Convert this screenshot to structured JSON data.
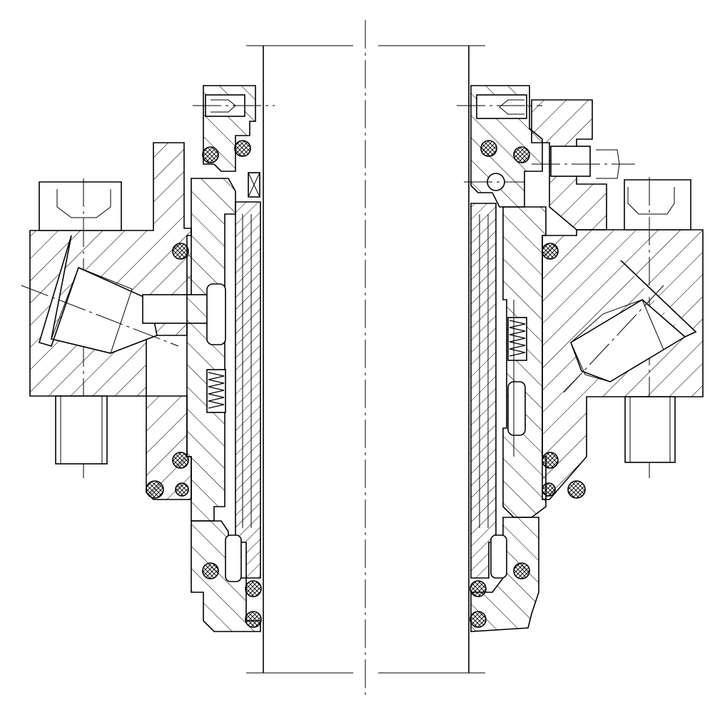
{
  "drawing": {
    "type": "mechanical seal cross-section",
    "sides": [
      "left-half",
      "right-half"
    ],
    "colors": {
      "line": "#000000",
      "background": "#ffffff"
    }
  }
}
